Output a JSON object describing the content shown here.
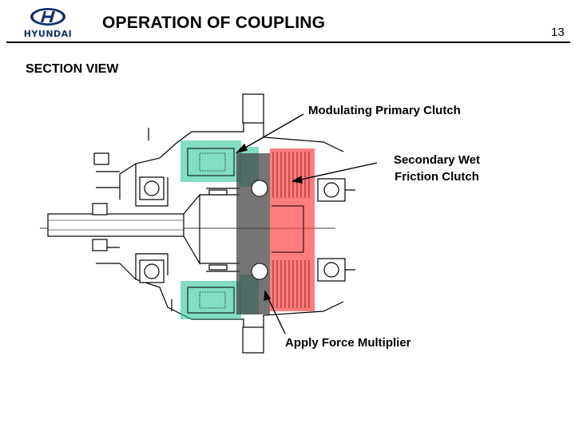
{
  "header": {
    "logo_text": "HYUNDAI",
    "title": "OPERATION OF COUPLING",
    "page_number": "13"
  },
  "section_title": "SECTION VIEW",
  "callouts": {
    "modulating": "Modulating Primary Clutch",
    "secondary_line1": "Secondary Wet",
    "secondary_line2": "Friction Clutch",
    "apply_force": "Apply Force Multiplier"
  },
  "colors": {
    "brand": "#10306a",
    "primary_clutch": "#2ec79b",
    "secondary_clutch": "#ff4040",
    "apply_force": "#3a3a3a"
  }
}
